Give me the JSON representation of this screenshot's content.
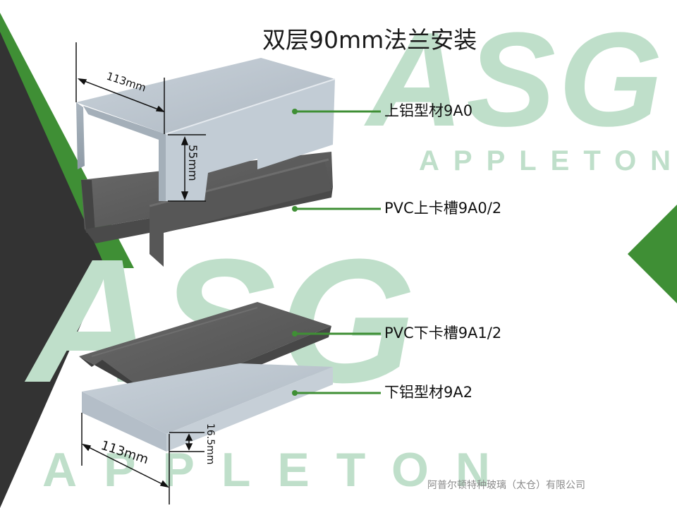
{
  "title": "双层90mm法兰安装",
  "watermark": {
    "brand": "ASG",
    "sub": "APPLETON"
  },
  "callouts": [
    "上铝型材9A0",
    "PVC上卡槽9A0/2",
    "PVC下卡槽9A1/2",
    "下铝型材9A2"
  ],
  "dimensions": {
    "top_width": "113mm",
    "top_height": "55mm",
    "bottom_width": "113mm",
    "bottom_height": "16.5mm"
  },
  "footer": "阿普尔顿特种玻璃（太仓）有限公司",
  "colors": {
    "accent_green": "#3f8f35",
    "dark_panel": "#333333",
    "watermark": "#bfdfca",
    "aluminum": "#b9c3cd",
    "pvc": "#5a5a5a"
  }
}
